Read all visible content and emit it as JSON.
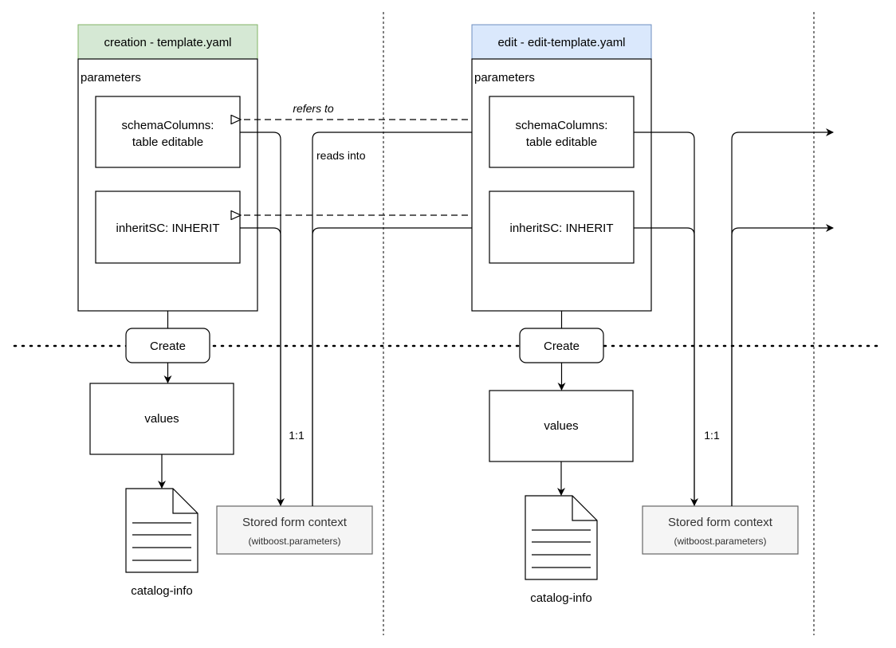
{
  "creation": {
    "title": "creation - template.yaml",
    "parameters_label": "parameters",
    "param_schema_line1": "schemaColumns:",
    "param_schema_line2": "table editable",
    "param_inherit": "inheritSC: INHERIT",
    "create_button": "Create",
    "values_label": "values",
    "catalog_label": "catalog-info",
    "context_title": "Stored form context",
    "context_sub": "(witboost.parameters)",
    "ratio_label": "1:1"
  },
  "edit": {
    "title": "edit - edit-template.yaml",
    "parameters_label": "parameters",
    "param_schema_line1": "schemaColumns:",
    "param_schema_line2": "table editable",
    "param_inherit": "inheritSC: INHERIT",
    "create_button": "Create",
    "values_label": "values",
    "catalog_label": "catalog-info",
    "context_title": "Stored form context",
    "context_sub": "(witboost.parameters)",
    "ratio_label": "1:1"
  },
  "links": {
    "refers_to": "refers to",
    "reads_into": "reads into"
  },
  "colors": {
    "creation_header_fill": "#d5e8d4",
    "creation_header_stroke": "#82b366",
    "edit_header_fill": "#dae8fc",
    "edit_header_stroke": "#6c8ebf",
    "context_fill": "#f5f5f5",
    "context_stroke": "#666666",
    "context_text": "#333333"
  },
  "icons": {
    "catalog_document": "document-icon"
  }
}
